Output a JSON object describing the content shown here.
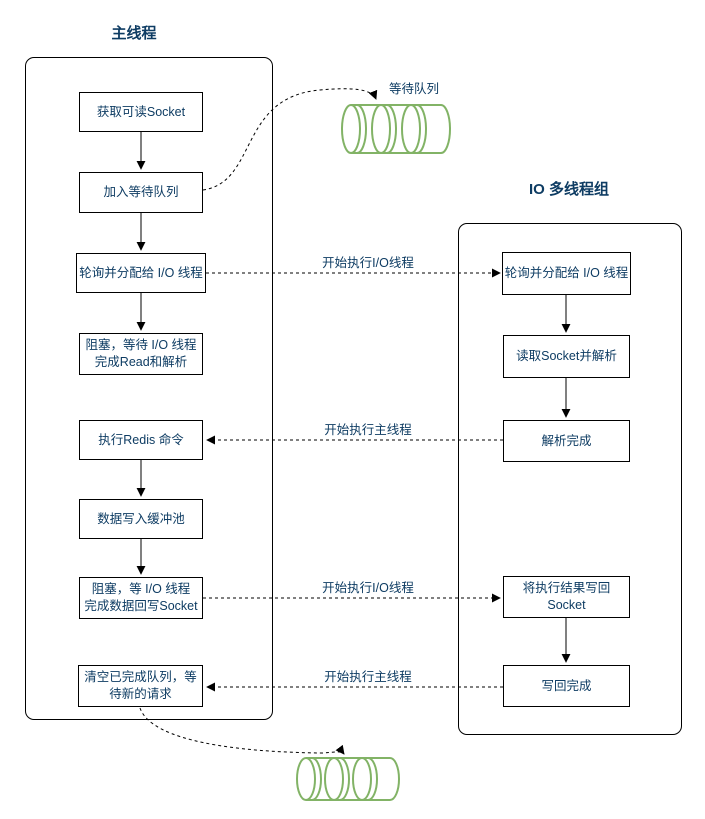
{
  "main_thread": {
    "title": "主线程",
    "boxes": [
      {
        "label": "获取可读Socket"
      },
      {
        "label": "加入等待队列"
      },
      {
        "label": "轮询并分配给 I/O 线程"
      },
      {
        "label": "阻塞，等待 I/O 线程\n完成Read和解析"
      },
      {
        "label": "执行Redis 命令"
      },
      {
        "label": "数据写入缓冲池"
      },
      {
        "label": "阻塞，等 I/O 线程\n完成数据回写Socket"
      },
      {
        "label": "清空已完成队列，等\n待新的请求"
      }
    ]
  },
  "io_thread_group": {
    "title": "IO 多线程组",
    "boxes": [
      {
        "label": "轮询并分配给 I/O 线程"
      },
      {
        "label": "读取Socket并解析"
      },
      {
        "label": "解析完成"
      },
      {
        "label": "将执行结果写回\nSocket"
      },
      {
        "label": "写回完成"
      }
    ]
  },
  "edges": {
    "wait_queue": "等待队列",
    "start_io_1": "开始执行I/O线程",
    "start_main_1": "开始执行主线程",
    "start_io_2": "开始执行I/O线程",
    "start_main_2": "开始执行主线程"
  },
  "icons": {
    "top_queue": "queue-cylinder-icon",
    "bottom_queue": "queue-cylinder-icon"
  },
  "colors": {
    "text_blue": "#0e3c63",
    "queue_green": "#82b366",
    "line_black": "#000000"
  }
}
